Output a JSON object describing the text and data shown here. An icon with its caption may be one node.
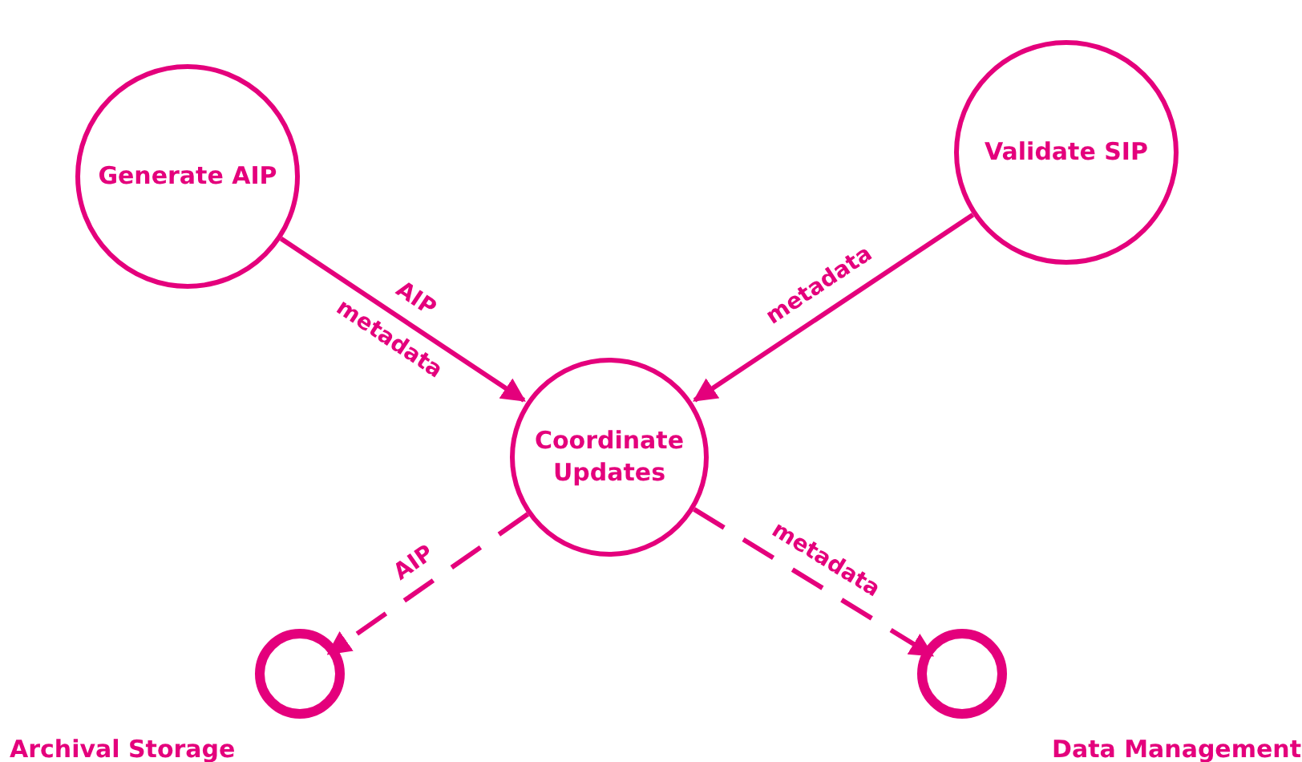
{
  "diagram": {
    "nodes": [
      {
        "text": [
          "Generate AIP"
        ]
      },
      {
        "text": [
          "Validate SIP"
        ]
      },
      {
        "text": [
          "Coordinate Updates"
        ]
      },
      {
        "text": [
          "Archival Storage"
        ]
      },
      {
        "text": [
          "Data Management"
        ]
      }
    ],
    "edges": [
      {
        "from": 0,
        "to": 2,
        "arrow": "to",
        "label": "AIP metadata"
      },
      {
        "from": 1,
        "to": 2,
        "arrow": "to",
        "label": "metadata"
      },
      {
        "from": 2,
        "to": 3,
        "arrow": "to",
        "label": "AIP",
        "style": "dashed"
      },
      {
        "from": 2,
        "to": 4,
        "arrow": "to",
        "label": "metadata",
        "style": "dashed"
      }
    ]
  }
}
